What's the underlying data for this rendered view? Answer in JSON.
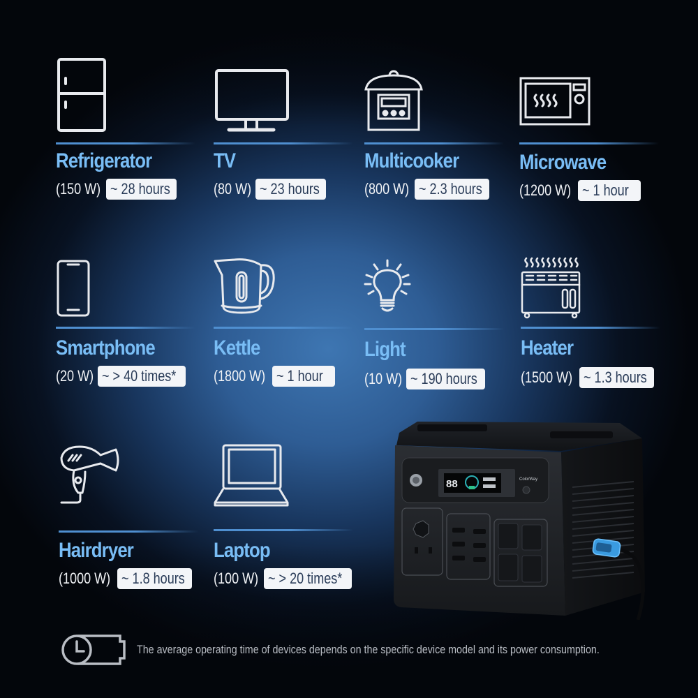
{
  "appliances": [
    {
      "name": "Refrigerator",
      "power": "(150 W)",
      "runtime": "~ 28 hours",
      "icon": "refrigerator-icon"
    },
    {
      "name": "TV",
      "power": "(80 W)",
      "runtime": "~ 23 hours",
      "icon": "tv-icon"
    },
    {
      "name": "Multicooker",
      "power": "(800 W)",
      "runtime": "~ 2.3 hours",
      "icon": "multicooker-icon"
    },
    {
      "name": "Microwave",
      "power": "(1200 W)",
      "runtime": "~ 1 hour",
      "icon": "microwave-icon"
    },
    {
      "name": "Smartphone",
      "power": "(20 W)",
      "runtime": "~ > 40 times*",
      "icon": "smartphone-icon"
    },
    {
      "name": "Kettle",
      "power": "(1800 W)",
      "runtime": "~ 1 hour",
      "icon": "kettle-icon"
    },
    {
      "name": "Light",
      "power": "(10 W)",
      "runtime": "~ 190 hours",
      "icon": "light-bulb-icon"
    },
    {
      "name": "Heater",
      "power": "(1500 W)",
      "runtime": "~ 1.3 hours",
      "icon": "heater-icon"
    },
    {
      "name": "Hairdryer",
      "power": "(1000 W)",
      "runtime": "~ 1.8 hours",
      "icon": "hairdryer-icon"
    },
    {
      "name": "Laptop",
      "power": "(100 W)",
      "runtime": "~ > 20 times*",
      "icon": "laptop-icon"
    }
  ],
  "device": {
    "brand": "ColorWay",
    "display_digits": "88",
    "cable_color": "#3a9be0"
  },
  "footer": {
    "note": "The average operating time of devices depends on the specific device model and its power consumption.",
    "icon": "clock-battery-icon"
  },
  "colors": {
    "title": "#79bdf5",
    "divider": "#4f8fd0",
    "badge_bg": "#f3f5f8",
    "badge_text": "#2a3c58",
    "icon_stroke": "#e8eaee"
  }
}
